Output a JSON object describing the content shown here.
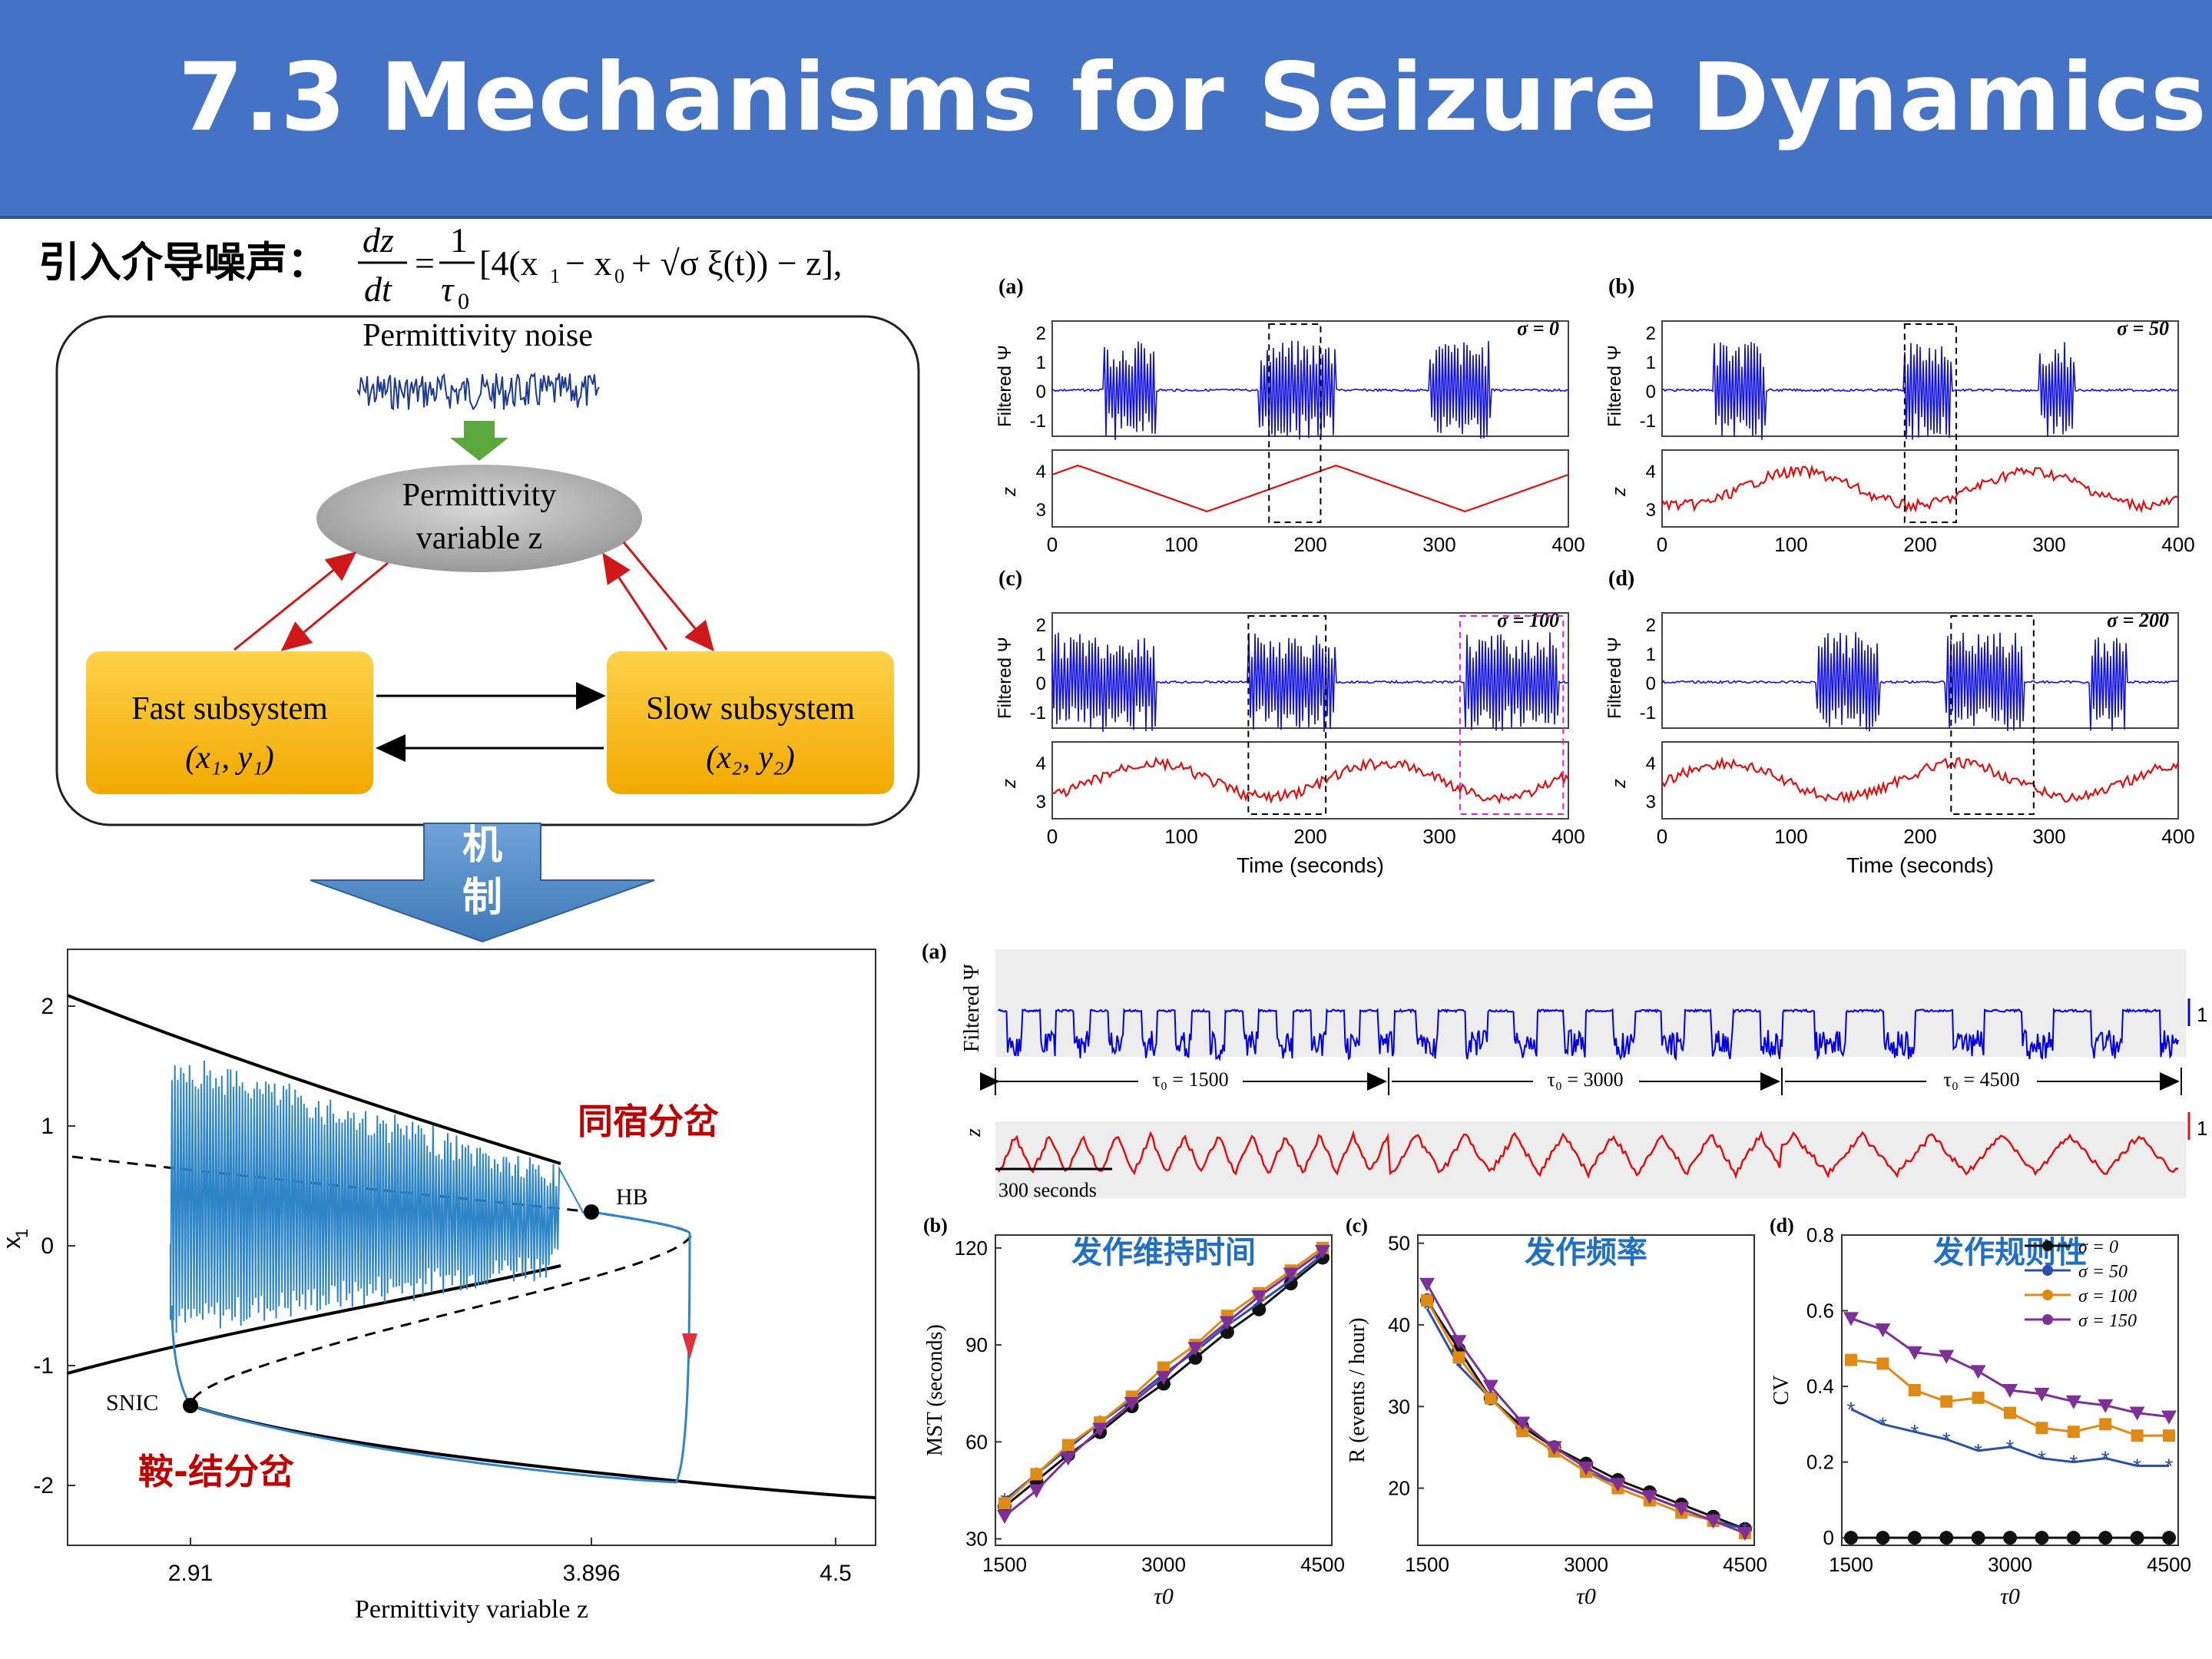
{
  "title": "7.3 Mechanisms for Seizure Dynamics",
  "intro_label": "引入介导噪声：",
  "equation": {
    "lhs_top": "dz",
    "lhs_bot": "dt",
    "eq": "=",
    "frac_top": "1",
    "frac_bot": "τ",
    "frac_bot_sub": "0",
    "body": "[4(x",
    "body2": "− x",
    "body3": "+ √σ ξ(t)) − z],"
  },
  "schematic": {
    "noise_label": "Permittivity noise",
    "variable_label_1": "Permittivity",
    "variable_label_2": "variable z",
    "fast_label": "Fast subsystem",
    "fast_vars": "(x₁, y₁)",
    "slow_label": "Slow subsystem",
    "slow_vars": "(x₂, y₂)",
    "arrow_text_1": "机",
    "arrow_text_2": "制",
    "colors": {
      "box": "#f5b800",
      "ellipse": "#b0b0b0",
      "noise": "#1a3a8f",
      "green": "#5aa83c"
    }
  },
  "bifurcation": {
    "ylabel": "x",
    "ylabel_sub": "1",
    "xlabel": "Permittivity variable z",
    "yticks": [
      "2",
      "1",
      "0",
      "-1",
      "-2"
    ],
    "xticks": [
      "2.91",
      "3.896",
      "4.5"
    ],
    "hb_label": "HB",
    "snic_label": "SNIC",
    "homoclinic_label": "同宿分岔",
    "saddle_node_label": "鞍-结分岔",
    "colors": {
      "trajectory": "#2e86c8",
      "labels": "#c00000",
      "red_arrow": "#e0303c"
    }
  },
  "panels_top": [
    {
      "tag": "(a)",
      "sigma": "σ = 0"
    },
    {
      "tag": "(b)",
      "sigma": "σ = 50"
    },
    {
      "tag": "(c)",
      "sigma": "σ = 100"
    },
    {
      "tag": "(d)",
      "sigma": "σ = 200"
    }
  ],
  "top_axes": {
    "ylabel_filtered": "Filtered Ψ",
    "ylabel_z": "z",
    "filtered_ticks": [
      "2",
      "1",
      "0",
      "-1"
    ],
    "z_ticks": [
      "4",
      "3"
    ],
    "x_ticks": [
      "0",
      "100",
      "200",
      "300",
      "400"
    ],
    "xlabel": "Time (seconds)"
  },
  "long_trace": {
    "tag": "(a)",
    "ylabel_filtered": "Filtered Ψ",
    "ylabel_z": "z",
    "segments": [
      "τ₀ = 1500",
      "τ₀ = 3000",
      "τ₀ = 4500"
    ],
    "scale_bar": "300 seconds",
    "scale_1": "1",
    "scale_2": "1"
  },
  "chart_data": [
    {
      "type": "line",
      "tag": "(b)",
      "title": "发作维持时间",
      "xlabel": "τ0",
      "ylabel": "MST (seconds)",
      "x": [
        1500,
        1750,
        2000,
        2250,
        2500,
        2750,
        3000,
        3250,
        3500,
        3750,
        4000,
        4250,
        4500
      ],
      "xticks": [
        "1500",
        "3000",
        "4500"
      ],
      "yticks": [
        "120",
        "90",
        "60",
        "30"
      ],
      "ylim": [
        28,
        124
      ],
      "series": [
        {
          "name": "σ = 0",
          "values": [
            40,
            48,
            56,
            63,
            71,
            78,
            86,
            94,
            101,
            109,
            117
          ]
        },
        {
          "name": "σ = 50",
          "values": [
            42,
            50,
            58,
            66,
            73,
            81,
            88,
            96,
            103,
            110,
            118
          ]
        },
        {
          "name": "σ = 100",
          "values": [
            41,
            50,
            59,
            66,
            74,
            83,
            90,
            99,
            106,
            113,
            120
          ]
        },
        {
          "name": "σ = 150",
          "values": [
            37,
            45,
            55,
            64,
            72,
            80,
            89,
            97,
            105,
            112,
            119
          ]
        }
      ]
    },
    {
      "type": "line",
      "tag": "(c)",
      "title": "发作频率",
      "xlabel": "τ0",
      "ylabel": "R (events / hour)",
      "xticks": [
        "1500",
        "3000",
        "4500"
      ],
      "yticks": [
        "50",
        "40",
        "30",
        "20"
      ],
      "ylim": [
        13,
        51
      ],
      "series": [
        {
          "name": "σ = 0",
          "values": [
            43,
            37,
            31,
            27.5,
            25,
            23,
            21,
            19.5,
            18,
            16.5,
            15
          ]
        },
        {
          "name": "σ = 50",
          "values": [
            42,
            35,
            31,
            27,
            24.5,
            22,
            20.5,
            19,
            17.5,
            16,
            15
          ]
        },
        {
          "name": "σ = 100",
          "values": [
            43,
            36,
            31,
            27,
            24.5,
            22,
            20,
            18.5,
            17,
            16,
            14.5
          ]
        },
        {
          "name": "σ = 150",
          "values": [
            45,
            38,
            32.5,
            28,
            25,
            22.5,
            20.5,
            19,
            17.5,
            16,
            14.5
          ]
        }
      ]
    },
    {
      "type": "line",
      "tag": "(d)",
      "title": "发作规则性",
      "xlabel": "τ0",
      "ylabel": "CV",
      "xticks": [
        "1500",
        "3000",
        "4500"
      ],
      "yticks": [
        "0.8",
        "0.6",
        "0.4",
        "0.2",
        "0"
      ],
      "ylim": [
        -0.02,
        0.8
      ],
      "legend_position": "top-right",
      "series": [
        {
          "name": "σ = 0",
          "values": [
            0,
            0,
            0,
            0,
            0,
            0,
            0,
            0,
            0,
            0,
            0
          ]
        },
        {
          "name": "σ = 50",
          "values": [
            0.34,
            0.3,
            0.28,
            0.26,
            0.23,
            0.24,
            0.21,
            0.2,
            0.21,
            0.19,
            0.19
          ]
        },
        {
          "name": "σ = 100",
          "values": [
            0.47,
            0.46,
            0.39,
            0.36,
            0.37,
            0.33,
            0.29,
            0.28,
            0.3,
            0.27,
            0.27
          ]
        },
        {
          "name": "σ = 150",
          "values": [
            0.58,
            0.55,
            0.49,
            0.48,
            0.44,
            0.39,
            0.38,
            0.36,
            0.35,
            0.33,
            0.32
          ]
        }
      ]
    }
  ],
  "series_colors": [
    "#111111",
    "#2b4fa8",
    "#e08a16",
    "#7e2f98"
  ]
}
